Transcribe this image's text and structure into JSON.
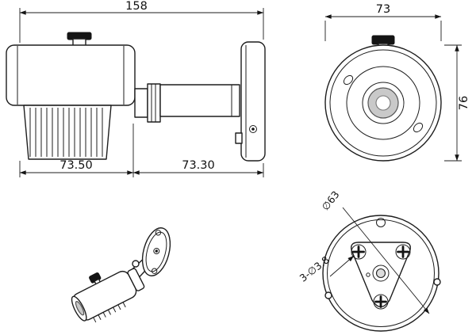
{
  "drawing": {
    "title": "bullet-camera-dimension-drawing",
    "side_view": {
      "total_length": "158",
      "body_length": "73.50",
      "mount_length": "73.30"
    },
    "front_view": {
      "width": "73",
      "height": "76"
    },
    "rear_view": {
      "bolt_circle_diameter": "∅63",
      "mount_holes": "3-∅3.8"
    }
  }
}
